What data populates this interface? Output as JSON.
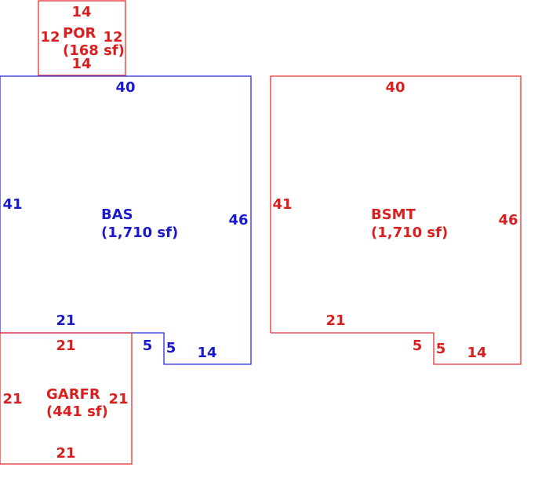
{
  "colors": {
    "red": "#d92020",
    "blue": "#1a1acc"
  },
  "areas": {
    "por": {
      "name": "POR",
      "area": "(168 sf)",
      "dims": {
        "top": "14",
        "left": "12",
        "right": "12",
        "bottom": "14"
      }
    },
    "bas": {
      "name": "BAS",
      "area": "(1,710 sf)",
      "dims": {
        "top": "40",
        "left": "41",
        "right": "46",
        "step_top": "21",
        "step_riser": "5",
        "step_bottom": "14"
      }
    },
    "bsmt": {
      "name": "BSMT",
      "area": "(1,710 sf)",
      "dims": {
        "top": "40",
        "left": "41",
        "right": "46",
        "step_top": "21",
        "step_riser_outer": "5",
        "step_riser": "5",
        "step_bottom": "14"
      }
    },
    "garfr": {
      "name": "GARFR",
      "area": "(441 sf)",
      "dims": {
        "top": "21",
        "left": "21",
        "right": "21",
        "bottom": "21",
        "riser": "5"
      }
    }
  }
}
